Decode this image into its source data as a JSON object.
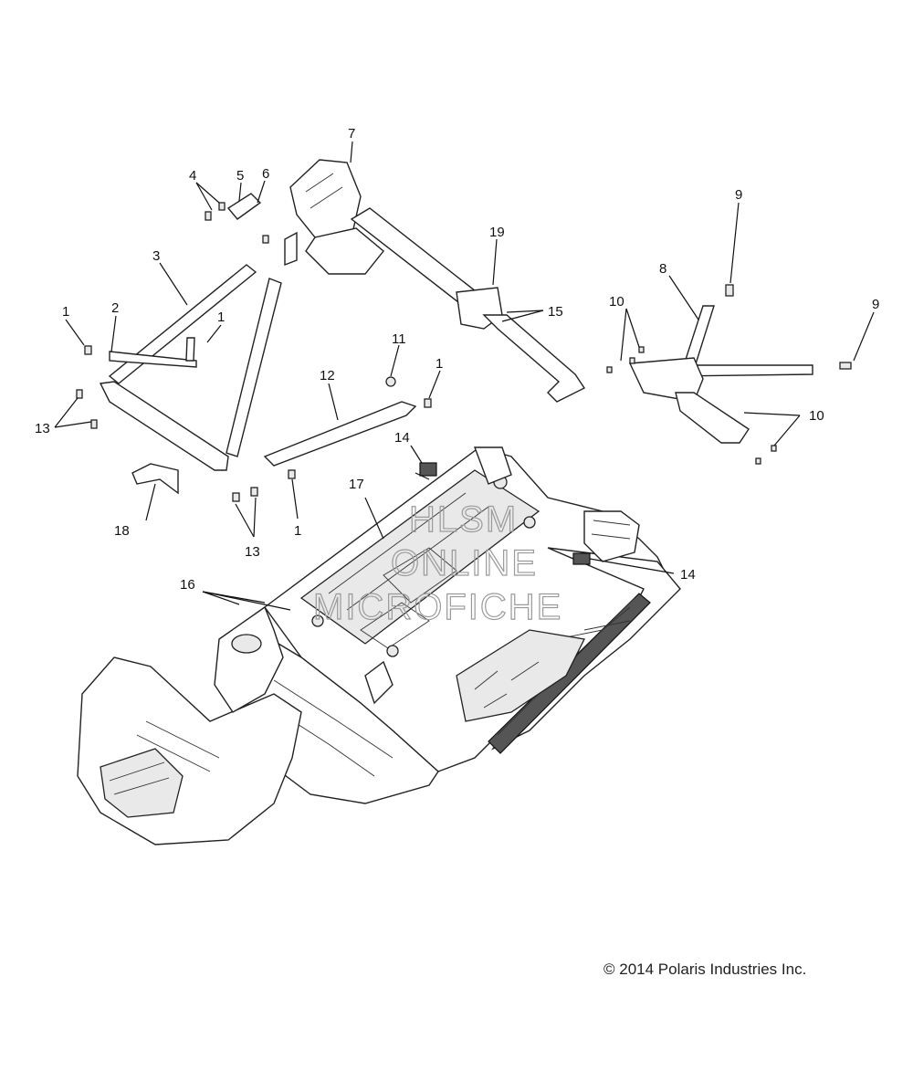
{
  "diagram": {
    "callouts": [
      {
        "id": "c7",
        "label": "7"
      },
      {
        "id": "c4",
        "label": "4"
      },
      {
        "id": "c5",
        "label": "5"
      },
      {
        "id": "c6",
        "label": "6"
      },
      {
        "id": "c9a",
        "label": "9"
      },
      {
        "id": "c19",
        "label": "19"
      },
      {
        "id": "c3",
        "label": "3"
      },
      {
        "id": "c8",
        "label": "8"
      },
      {
        "id": "c10a",
        "label": "10"
      },
      {
        "id": "c9b",
        "label": "9"
      },
      {
        "id": "c15",
        "label": "15"
      },
      {
        "id": "c1a",
        "label": "1"
      },
      {
        "id": "c2",
        "label": "2"
      },
      {
        "id": "c1b",
        "label": "1"
      },
      {
        "id": "c11",
        "label": "11"
      },
      {
        "id": "c1c",
        "label": "1"
      },
      {
        "id": "c12",
        "label": "12"
      },
      {
        "id": "c10b",
        "label": "10"
      },
      {
        "id": "c13a",
        "label": "13"
      },
      {
        "id": "c14a",
        "label": "14"
      },
      {
        "id": "c17",
        "label": "17"
      },
      {
        "id": "c18",
        "label": "18"
      },
      {
        "id": "c1d",
        "label": "1"
      },
      {
        "id": "c13b",
        "label": "13"
      },
      {
        "id": "c14b",
        "label": "14"
      },
      {
        "id": "c16",
        "label": "16"
      }
    ],
    "watermark": [
      "HLSM",
      "ONLINE",
      "MICROFICHE"
    ]
  },
  "footer": {
    "copyright": "© 2014 Polaris Industries Inc."
  }
}
